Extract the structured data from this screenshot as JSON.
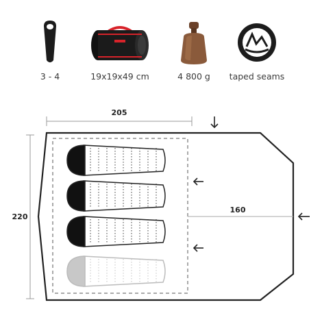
{
  "specs": [
    {
      "icon": "sleeping-bag-icon",
      "label": "3 - 4"
    },
    {
      "icon": "duffel-bag-icon",
      "label": "19x19x49 cm"
    },
    {
      "icon": "weight-icon",
      "label": "4 800 g"
    },
    {
      "icon": "taped-seams-icon",
      "label": "taped seams"
    }
  ],
  "plan": {
    "length": "205",
    "width": "220",
    "vestibule": "160",
    "bag_count": 4
  },
  "colors": {
    "bag_accent": "#d8232a",
    "outline": "#222222",
    "weight": "#8a5a3b"
  }
}
